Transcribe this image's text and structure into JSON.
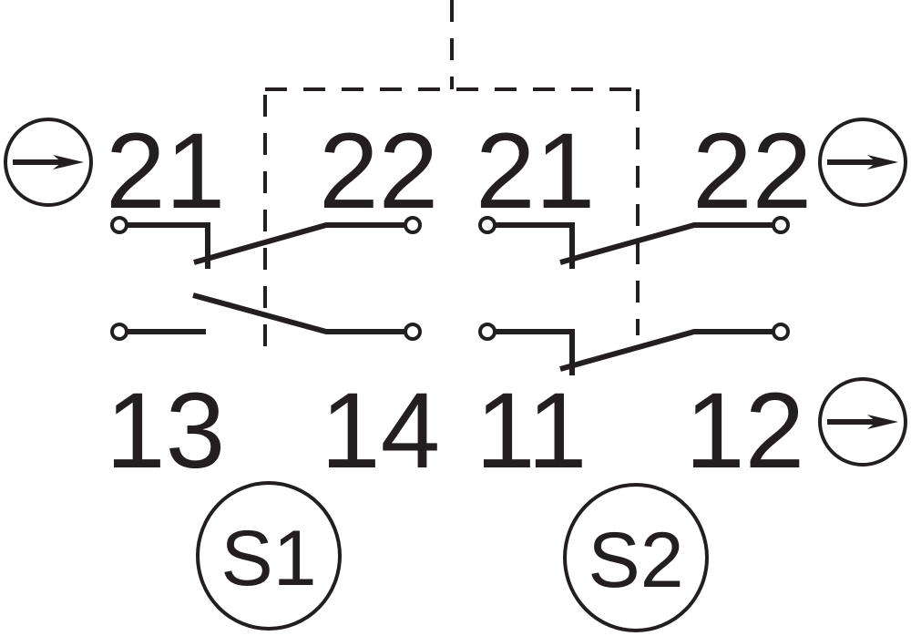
{
  "diagram": {
    "type": "contact-block-schematic",
    "colors": {
      "ink": "#231f20",
      "background": "#ffffff"
    },
    "terminals_top": [
      {
        "label": "21",
        "group": "S1"
      },
      {
        "label": "22",
        "group": "S1"
      },
      {
        "label": "21",
        "group": "S2"
      },
      {
        "label": "22",
        "group": "S2"
      }
    ],
    "terminals_bottom": [
      {
        "label": "13",
        "group": "S1"
      },
      {
        "label": "14",
        "group": "S1"
      },
      {
        "label": "11",
        "group": "S2"
      },
      {
        "label": "12",
        "group": "S2"
      }
    ],
    "switches": [
      {
        "id": "S1",
        "label": "S1",
        "contacts": [
          "21-22 normally closed",
          "13-14 normally open"
        ]
      },
      {
        "id": "S2",
        "label": "S2",
        "contacts": [
          "21-22 normally closed",
          "11-12 normally closed"
        ]
      }
    ],
    "markers": [
      {
        "icon": "positive-opening-arrow-icon",
        "position": "left of S1 21"
      },
      {
        "icon": "positive-opening-arrow-icon",
        "position": "right of S2 22"
      },
      {
        "icon": "positive-opening-arrow-icon",
        "position": "right of S2 12"
      }
    ],
    "mechanical_link": "dashed line linking actuator to both contact blocks"
  }
}
